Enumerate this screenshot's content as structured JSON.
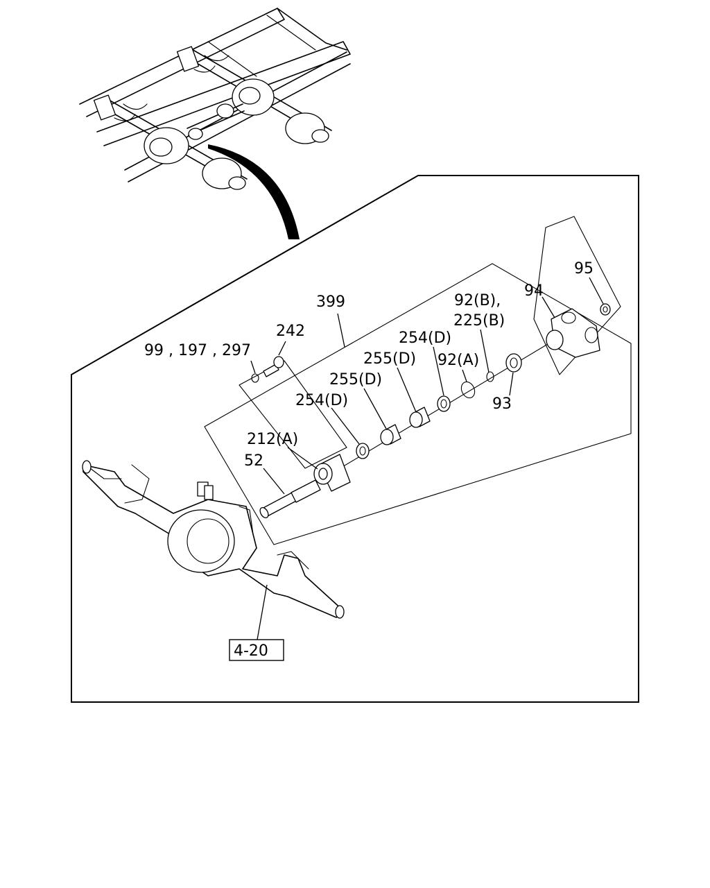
{
  "labels": {
    "p399": "399",
    "p242": "242",
    "p99_197_297": "99 , 197 , 297",
    "p254d_top": "254(D)",
    "p255d_a": "255(D)",
    "p255d_b": "255(D)",
    "p254d_low": "254(D)",
    "p92a": "92(A)",
    "p92b": "92(B),",
    "p225b": "225(B)",
    "p94": "94",
    "p95": "95",
    "p93": "93",
    "p212a": "212(A)",
    "p52": "52",
    "ref_4_20": "4-20"
  }
}
